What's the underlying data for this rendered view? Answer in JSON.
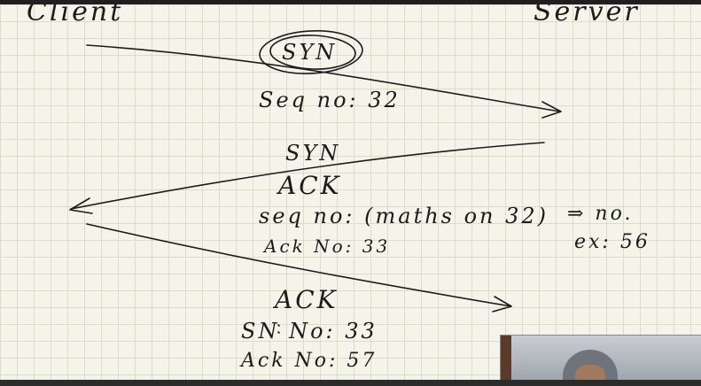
{
  "labels": {
    "client": "Client",
    "server": "Server"
  },
  "messages": {
    "syn": {
      "title": "SYN",
      "seq": "Seq no: 32"
    },
    "syn_ack": {
      "title_line1": "SYN",
      "title_line2": "ACK",
      "seq": "seq no: (maths on 32)",
      "note": "⇒ no.",
      "example": "ex: 56",
      "ack": "Ack No: 33"
    },
    "ack": {
      "title": "ACK",
      "sn": "SN No: 33",
      "ack": "Ack No: 57"
    }
  }
}
